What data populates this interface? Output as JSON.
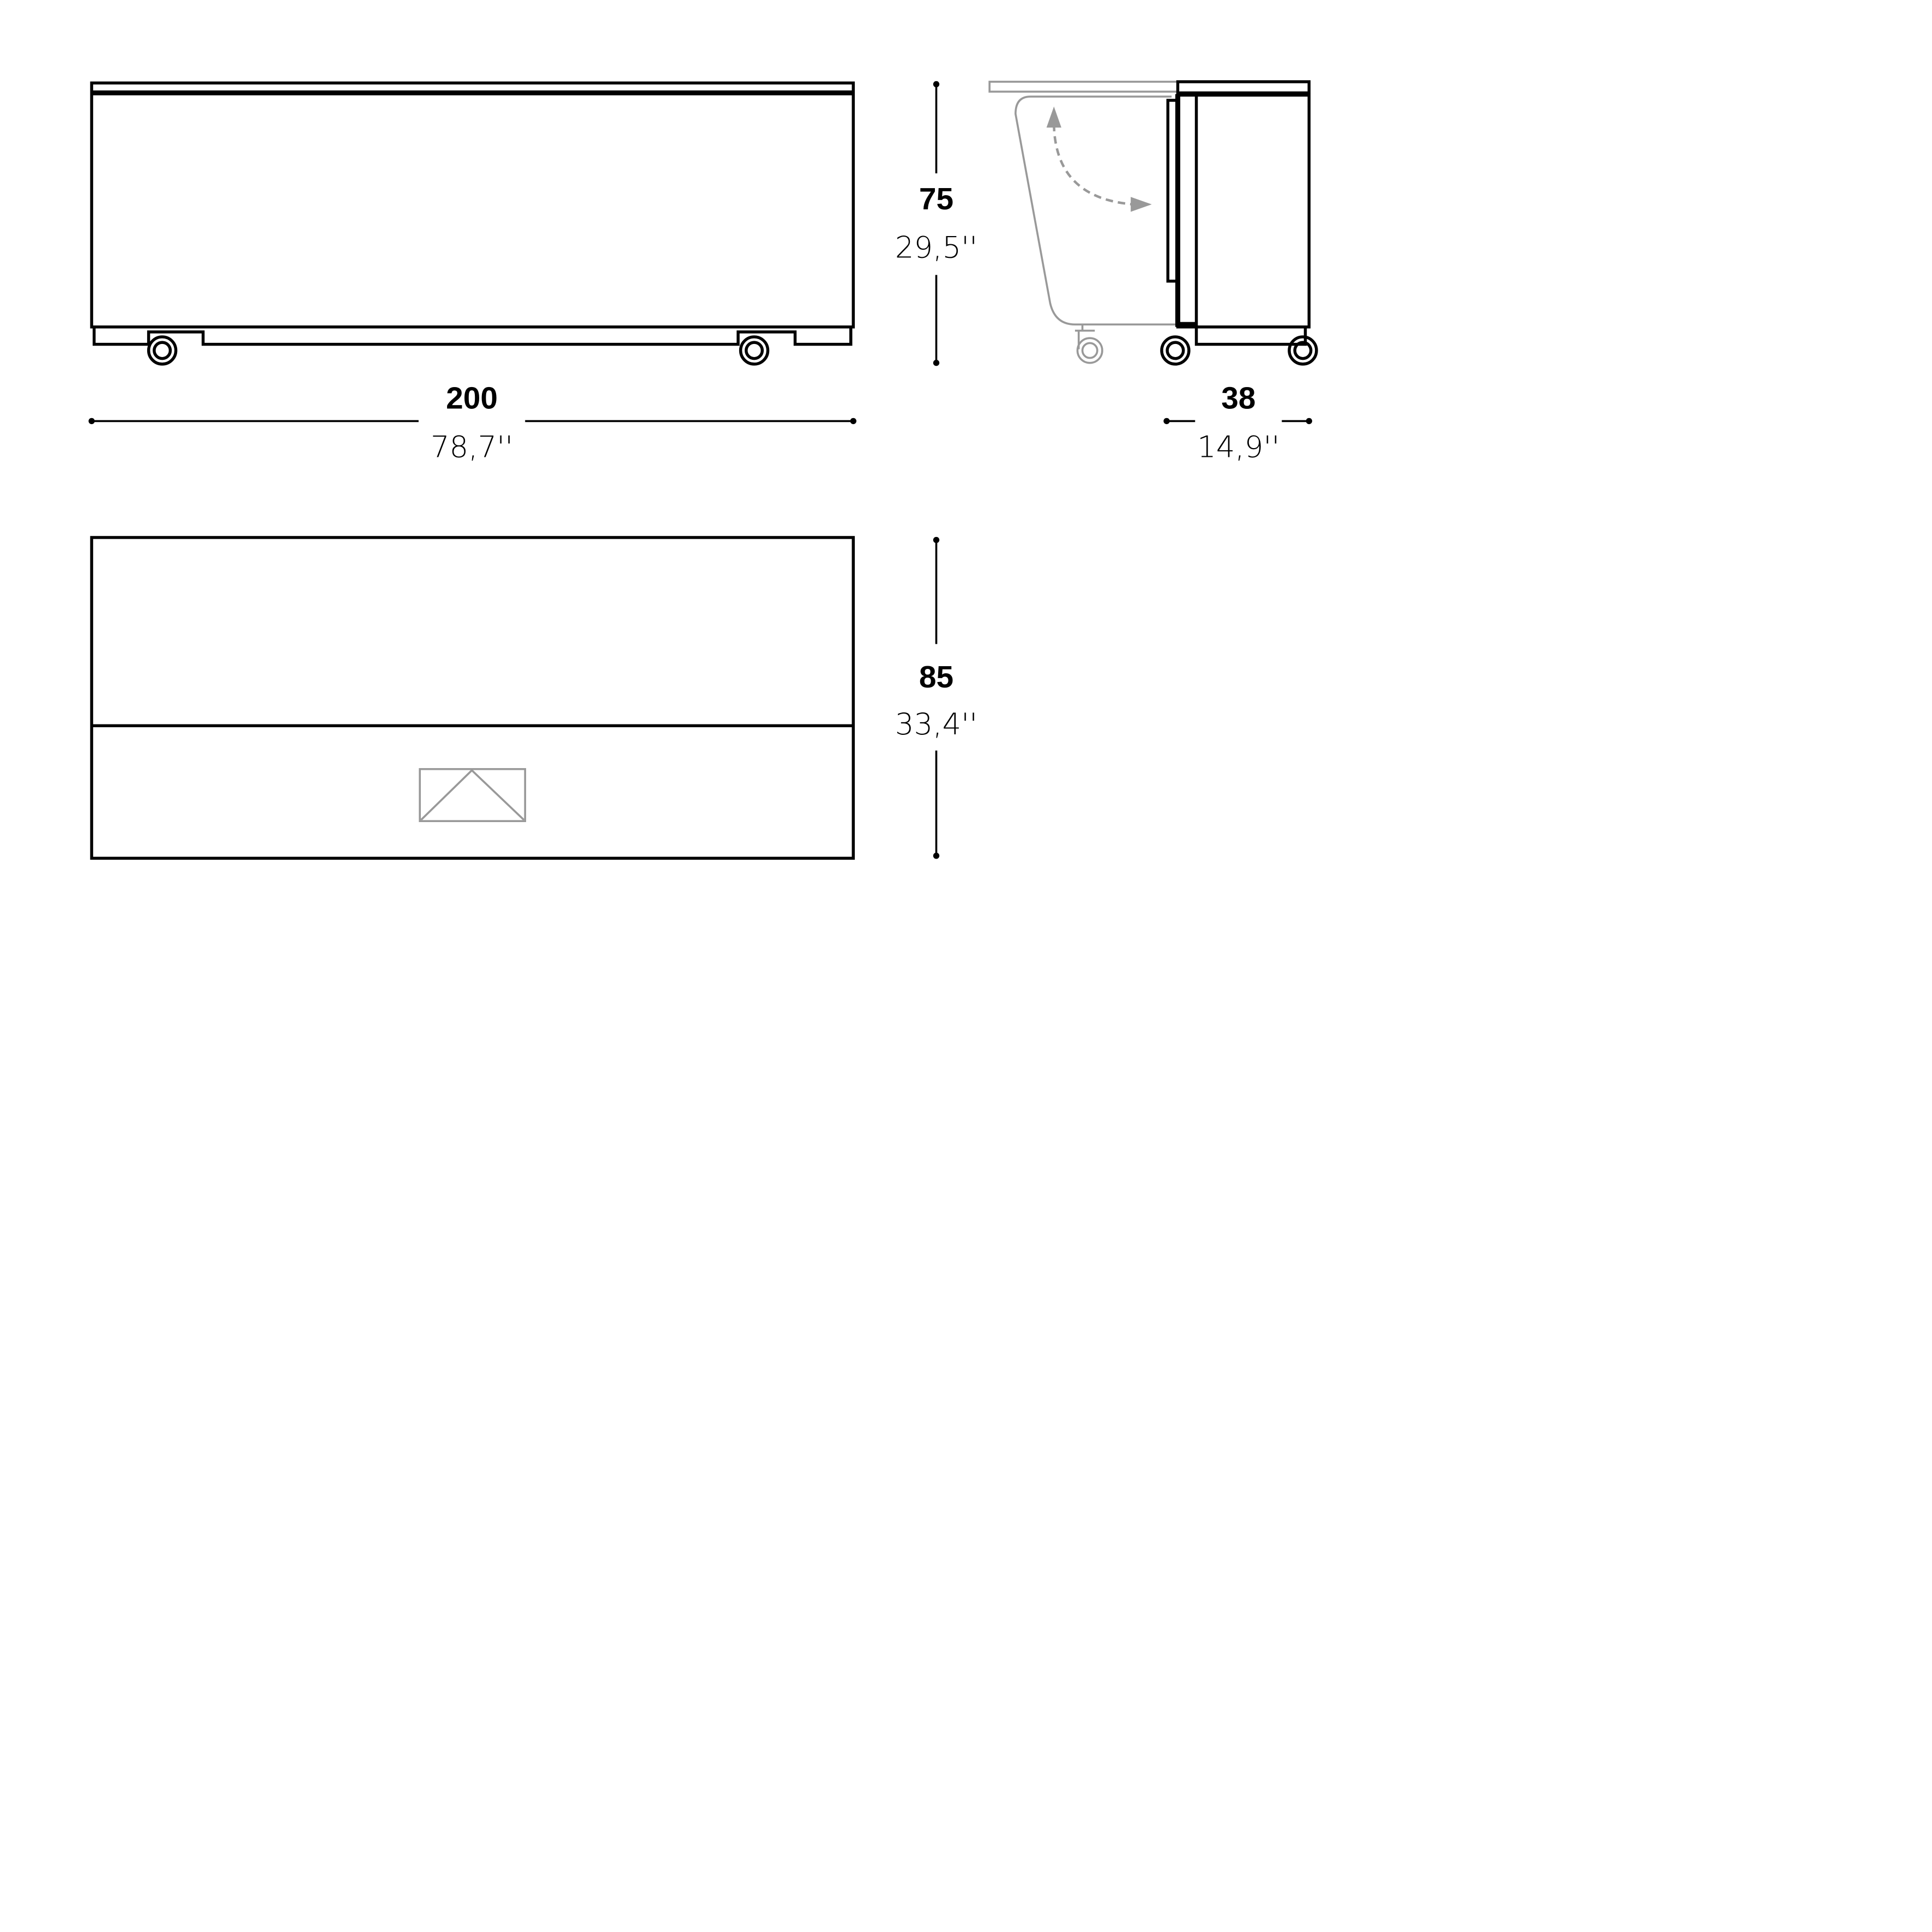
{
  "dimensions": {
    "width": {
      "cm": "200",
      "inch": "78,7''"
    },
    "height": {
      "cm": "75",
      "inch": "29,5''"
    },
    "depth": {
      "cm": "38",
      "inch": "14,9''"
    },
    "open_depth": {
      "cm": "85",
      "inch": "33,4''"
    }
  },
  "colors": {
    "line": "#000000",
    "ghost": "#999999"
  }
}
